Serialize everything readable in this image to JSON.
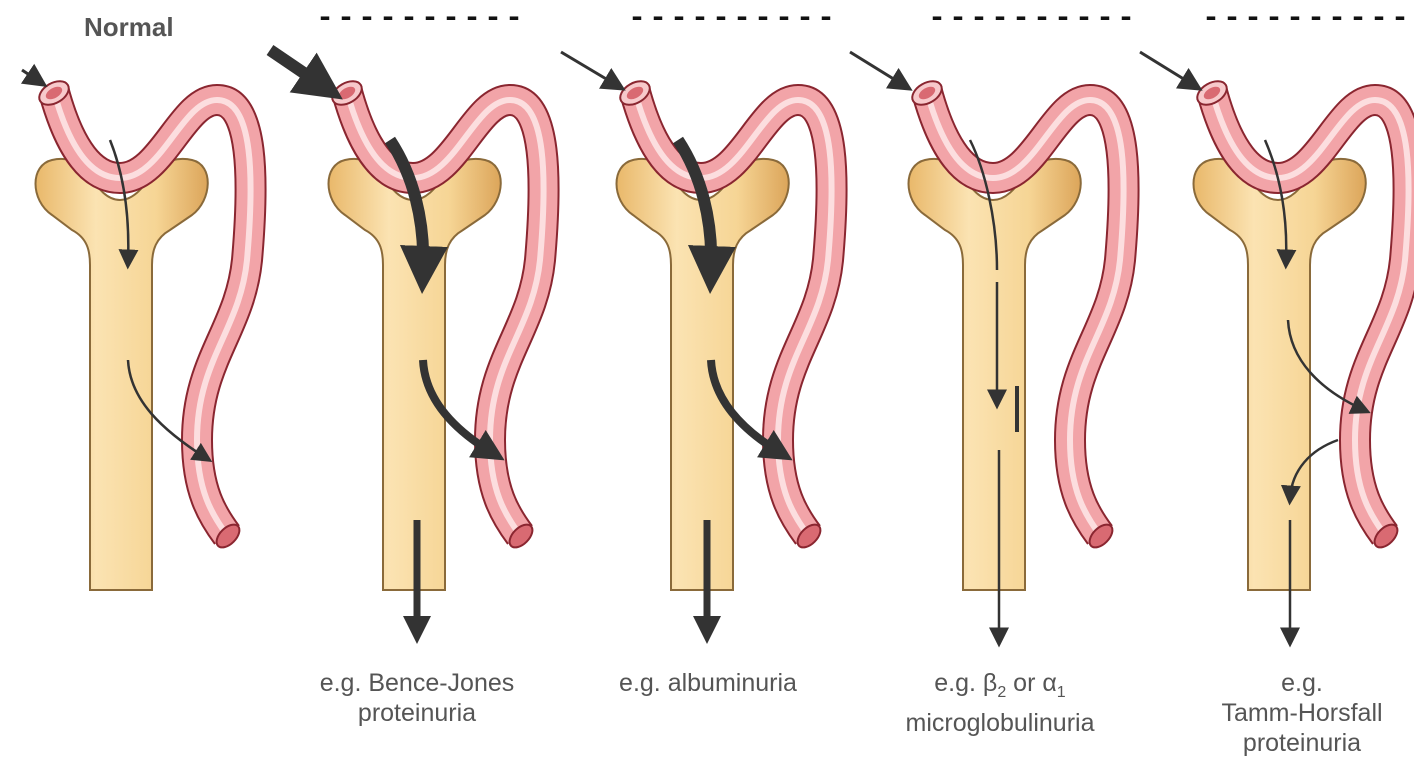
{
  "panels": [
    {
      "heading": "Normal",
      "caption": []
    },
    {
      "heading": "----------",
      "caption": [
        "e.g. Bence-Jones",
        "proteinuria"
      ]
    },
    {
      "heading": "----------",
      "caption": [
        "e.g. albuminuria"
      ]
    },
    {
      "heading": "----------",
      "caption": [
        "e.g. β",
        "2",
        " or  α",
        "1",
        "microglobulinuria"
      ]
    },
    {
      "heading": "----------",
      "caption": [
        "e.g.",
        "Tamm-Horsfall",
        "proteinuria"
      ]
    }
  ],
  "colors": {
    "vessel_fill": "#f2a4a8",
    "vessel_stroke": "#8a2630",
    "tubule_fill": "#f7d9a0",
    "tubule_stroke": "#8a6a3a",
    "arrow": "#333333",
    "text": "#555555"
  }
}
